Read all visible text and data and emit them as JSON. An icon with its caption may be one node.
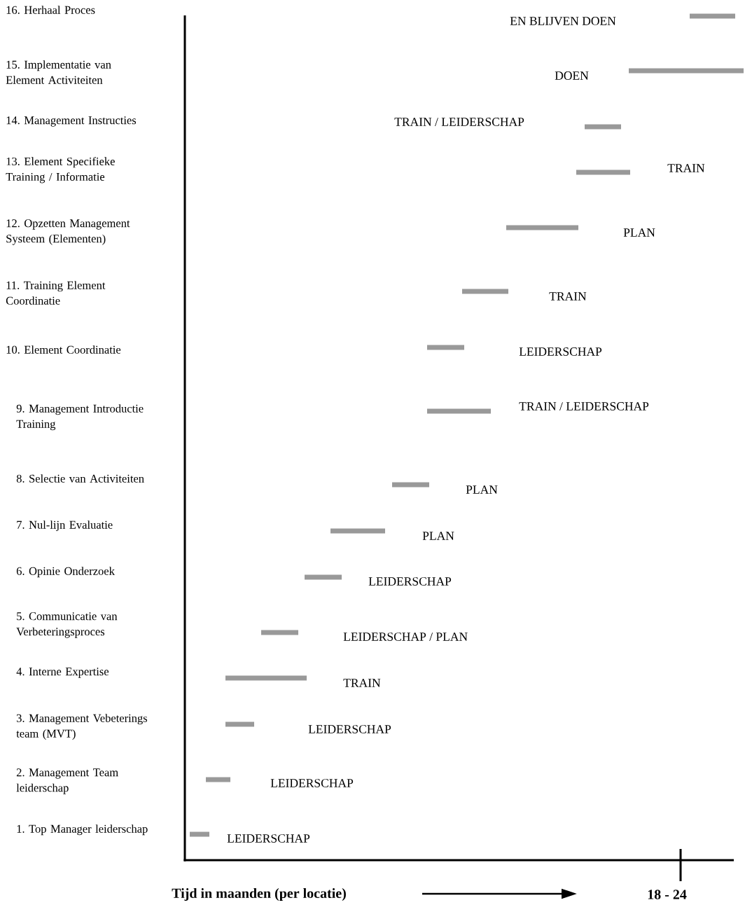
{
  "diagram": {
    "nodes": [
      {
        "text": [],
        "shape": "bar"
      },
      {
        "text": [],
        "shape": "bar"
      },
      {
        "text": [],
        "shape": "bar"
      },
      {
        "text": [],
        "shape": "bar",
        "beside": [
          "TRAIN"
        ]
      },
      {
        "text": [],
        "shape": "bar"
      },
      {
        "text": [],
        "shape": "bar",
        "beside": [
          "TRAIN"
        ]
      },
      {
        "text": [],
        "shape": "bar"
      },
      {
        "text": [],
        "shape": "bar",
        "beside": [
          "TRAIN / LEIDERSCHAP"
        ]
      },
      {
        "text": [],
        "shape": "bar",
        "beside": [
          "PLAN"
        ]
      },
      {
        "text": [],
        "shape": "bar",
        "beside": [
          "PLAN"
        ]
      },
      {
        "text": [],
        "shape": "bar",
        "beside": [
          "LEIDERSCHAP"
        ]
      },
      {
        "text": [],
        "shape": "bar"
      },
      {
        "text": [],
        "shape": "bar",
        "beside": [
          "TRAIN"
        ]
      },
      {
        "text": [],
        "shape": "bar"
      },
      {
        "text": [],
        "shape": "bar",
        "beside": [
          "LEIDERSCHAP"
        ]
      },
      {
        "text": [],
        "shape": "bar",
        "beside": [
          "LEIDERSCHAP"
        ]
      }
    ],
    "labels": [
      "16. Herhaal Proces",
      "EN BLIJVEN DOEN",
      "15. Implementatie van Element Activiteiten",
      "DOEN",
      "14. Management Instructies",
      "TRAIN / LEIDERSCHAP",
      "13. Element Specifieke Training / Informatie",
      "12. Opzetten Management Systeem (Elementen)",
      "PLAN",
      "11. Training Element Coordinatie",
      "10. Element Coordinatie",
      "LEIDERSCHAP",
      "9. Management Introductie Training",
      "8. Selectie van Activiteiten",
      "7. Nul-lijn Evaluatie",
      "6. Opinie Onderzoek",
      "5. Communicatie van Verbeteringsproces",
      "LEIDERSCHAP / PLAN",
      "4. Interne Expertise",
      "3. Management Vebeterings team (MVT)",
      "LEIDERSCHAP",
      "2. Management Team leiderschap",
      "1. Top Manager leiderschap",
      "Tijd in maanden (per locatie)",
      "18 - 24"
    ]
  }
}
